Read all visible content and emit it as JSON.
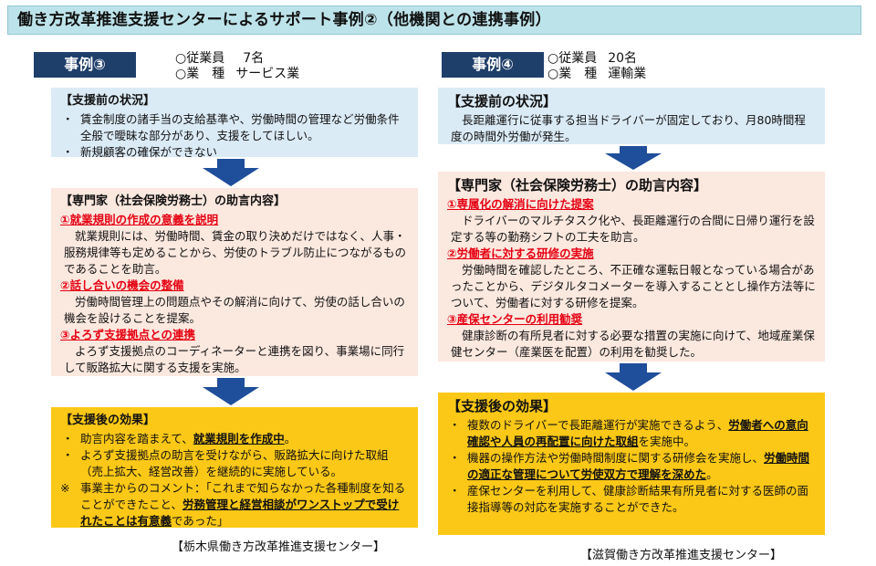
{
  "title": "働き方改革推進支援センターによるサポート事例②（他機関との連携事例）",
  "cases": [
    {
      "tag": "事例③",
      "employees_label": "○従業員",
      "employees_value": "7名",
      "industry_label": "○業　種",
      "industry_value": "サービス業",
      "before": {
        "heading": "【支援前の状況】",
        "items": [
          "賃金制度の諸手当の支給基準や、労働時間の管理など労働条件全般で曖昧な部分があり、支援をしてほしい。",
          "新規顧客の確保ができない"
        ]
      },
      "advice": {
        "heading": "【専門家（社会保険労務士）の助言内容】",
        "sections": [
          {
            "title": "①就業規則の作成の意義を説明",
            "body": "就業規則には、労働時間、賃金の取り決めだけではなく、人事・服務規律等も定めることから、労使のトラブル防止につながるものであることを助言。"
          },
          {
            "title": "②話し合いの機会の整備",
            "body": "労働時間管理上の問題点やその解消に向けて、労使の話し合いの機会を設けることを提案。"
          },
          {
            "title": "③よろず支援拠点との連携",
            "body": "よろず支援拠点のコーディネーターと連携を図り、事業場に同行して販路拡大に関する支援を実施。"
          }
        ]
      },
      "after": {
        "heading": "【支援後の効果】",
        "item1_pre": "助言内容を踏まえて、",
        "item1_hl": "就業規則を作成中",
        "item1_post": "。",
        "item2": "よろず支援拠点の助言を受けながら、販路拡大に向けた取組（売上拡大、経営改善）を継続的に実施している。",
        "note_mark": "※",
        "note_pre": "事業主からのコメント：「これまで知らなかった各種制度を知ることができたこと、",
        "note_hl": "労務管理と経営相談がワンストップで受けれたことは有意義",
        "note_post": "であった」"
      },
      "source": "【栃木県働き方改革推進支援センター】"
    },
    {
      "tag": "事例④",
      "employees_label": "○従業員",
      "employees_value": "20名",
      "industry_label": "○業　種",
      "industry_value": "運輸業",
      "before": {
        "heading": "【支援前の状況】",
        "text": "長距離運行に従事する担当ドライバーが固定しており、月80時間程度の時間外労働が発生。"
      },
      "advice": {
        "heading": "【専門家（社会保険労務士）の助言内容】",
        "sections": [
          {
            "title": "①専属化の解消に向けた提案",
            "body": "ドライバーのマルチタスク化や、長距離運行の合間に日帰り運行を設定する等の勤務シフトの工夫を助言。"
          },
          {
            "title": "②労働者に対する研修の実施",
            "body": "労働時間を確認したところ、不正確な運転日報となっている場合があったことから、デジタルタコメーターを導入することとし操作方法等について、労働者に対する研修を提案。"
          },
          {
            "title": "③産保センターの利用勧奨",
            "body": "健康診断の有所見者に対する必要な措置の実施に向けて、地域産業保健センター（産業医を配置）の利用を勧奨した。"
          }
        ]
      },
      "after": {
        "heading": "【支援後の効果】",
        "item1_pre": "複数のドライバーで長距離運行が実施できるよう、",
        "item1_hl": "労働者への意向確認や人員の再配置に向けた取組",
        "item1_post": "を実施中。",
        "item2_pre": "機器の操作方法や労働時間制度に関する研修会を実施し、",
        "item2_hl": "労働時間の適正な管理について労使双方で理解を深めた",
        "item2_post": "。",
        "item3": "産保センターを利用して、健康診断結果有所見者に対する医師の面接指導等の対応を実施することができた。"
      },
      "source": "【滋賀働き方改革推進支援センター】"
    }
  ],
  "bullet": "・",
  "colors": {
    "title_bg": "#bde3ea",
    "tag_bg": "#1f3f6b",
    "before_bg": "#dbebf6",
    "advice_bg": "#fbe8df",
    "after_bg": "#fbc817",
    "red": "#e60012",
    "arrow": "#1f4e9a"
  }
}
